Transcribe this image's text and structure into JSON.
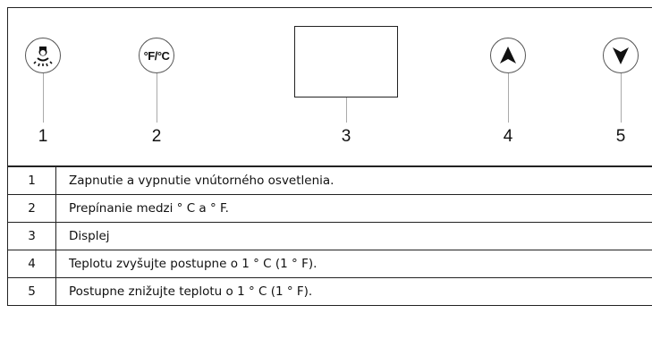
{
  "panel": {
    "buttons": [
      {
        "number": "1",
        "icon": "light-bulb-icon"
      },
      {
        "number": "2",
        "icon_text": "°F/°C"
      },
      {
        "number": "3",
        "icon": "display"
      },
      {
        "number": "4",
        "icon": "arrow-up-icon"
      },
      {
        "number": "5",
        "icon": "arrow-down-icon"
      }
    ]
  },
  "legend": [
    {
      "number": "1",
      "text": "Zapnutie a vypnutie vnútorného osvetlenia."
    },
    {
      "number": "2",
      "text": "Prepínanie medzi ° C a ° F."
    },
    {
      "number": "3",
      "text": "Displej"
    },
    {
      "number": "4",
      "text": "Teplotu zvyšujte postupne o 1 ° C (1 ° F)."
    },
    {
      "number": "5",
      "text": "Postupne znižujte teplotu o 1 ° C (1 ° F)."
    }
  ]
}
